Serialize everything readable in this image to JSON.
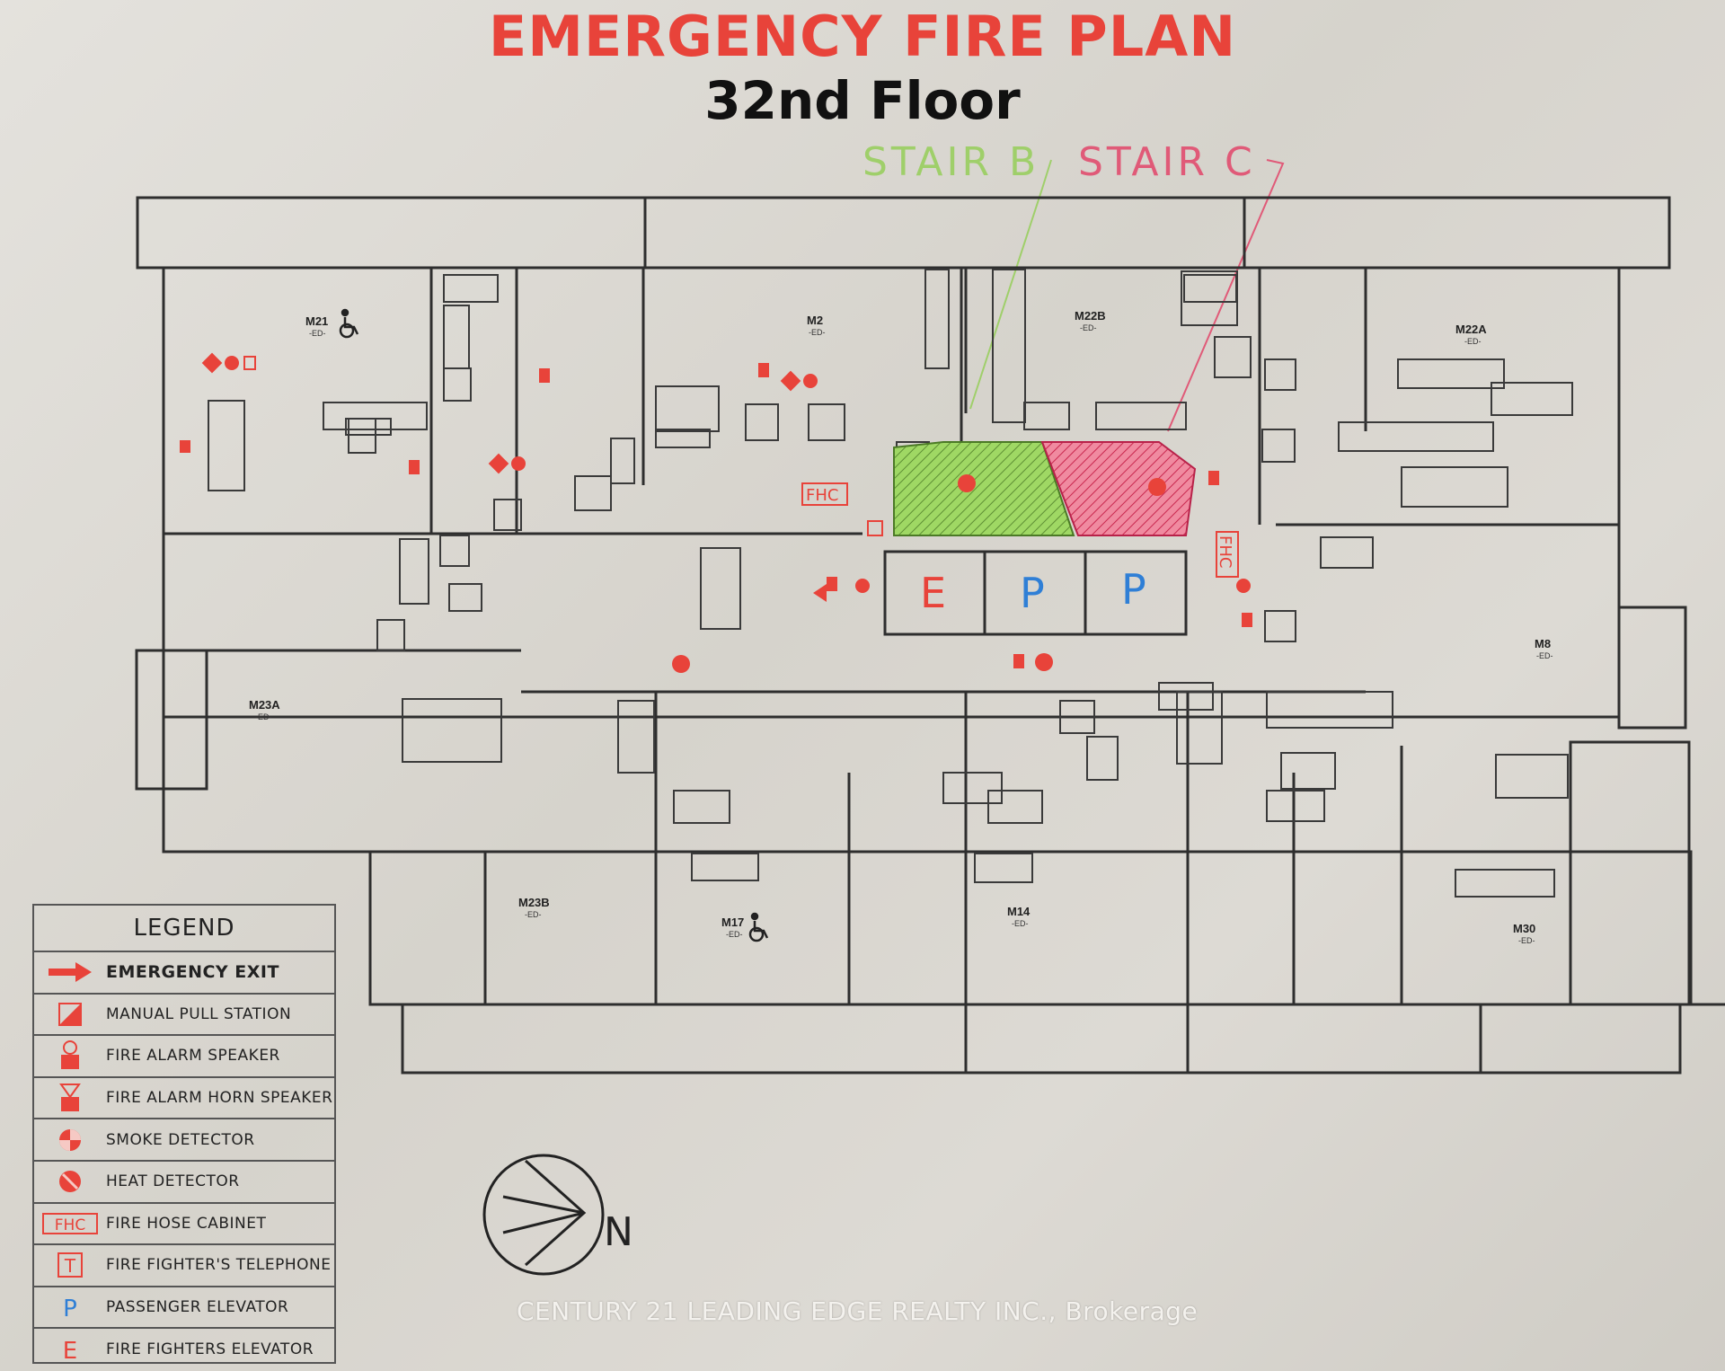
{
  "header": {
    "title": "EMERGENCY FIRE PLAN",
    "floor": "32nd Floor"
  },
  "stairs": {
    "stair_b": "STAIR B",
    "stair_c": "STAIR C"
  },
  "units": [
    {
      "id": "m21",
      "label": "M21"
    },
    {
      "id": "m2",
      "label": "M2"
    },
    {
      "id": "m22b",
      "label": "M22B"
    },
    {
      "id": "m22a",
      "label": "M22A"
    },
    {
      "id": "m23a",
      "label": "M23A"
    },
    {
      "id": "m8",
      "label": "M8"
    },
    {
      "id": "m23b",
      "label": "M23B"
    },
    {
      "id": "m17",
      "label": "M17"
    },
    {
      "id": "m14",
      "label": "M14"
    },
    {
      "id": "m30",
      "label": "M30"
    }
  ],
  "unit_sub": "-ED-",
  "fhc_tag": "FHC",
  "elevators": [
    "E",
    "P",
    "P"
  ],
  "compass": "N",
  "legend": {
    "title": "LEGEND",
    "items": [
      {
        "symbol": "exit-arrow",
        "label": "EMERGENCY EXIT"
      },
      {
        "symbol": "pull-station",
        "label": "MANUAL PULL STATION"
      },
      {
        "symbol": "alarm-speaker",
        "label": "FIRE ALARM SPEAKER"
      },
      {
        "symbol": "horn-speaker",
        "label": "FIRE ALARM HORN SPEAKER"
      },
      {
        "symbol": "smoke-detector",
        "label": "SMOKE DETECTOR"
      },
      {
        "symbol": "heat-detector",
        "label": "HEAT DETECTOR"
      },
      {
        "symbol": "fhc",
        "label": "FIRE HOSE CABINET",
        "tag": "FHC"
      },
      {
        "symbol": "telephone",
        "label": "FIRE FIGHTER'S TELEPHONE",
        "tag": "T"
      },
      {
        "symbol": "passenger-elevator",
        "label": "PASSENGER ELEVATOR",
        "tag": "P"
      },
      {
        "symbol": "firefighter-elevator",
        "label": "FIRE FIGHTERS ELEVATOR",
        "tag": "E"
      }
    ]
  },
  "watermark": "CENTURY 21 LEADING EDGE REALTY INC., Brokerage",
  "colors": {
    "red": "#e8433a",
    "green": "#8fd05a",
    "pink": "#e24a6e",
    "blue": "#2f7fd6",
    "line": "#2e2e2e"
  }
}
